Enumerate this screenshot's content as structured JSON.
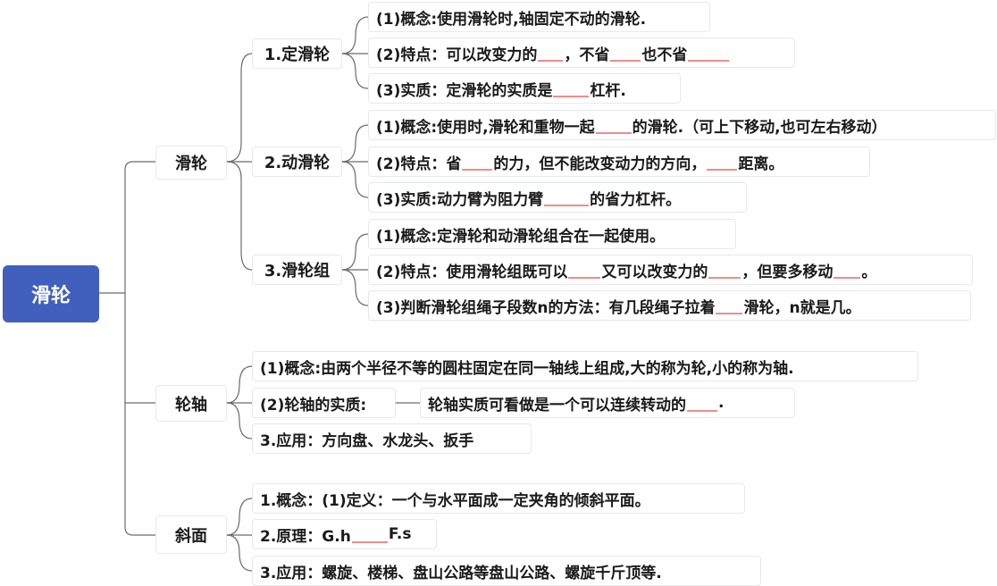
{
  "root": {
    "label": "滑轮"
  },
  "branches": [
    {
      "label": "滑轮",
      "children": [
        {
          "label": "1.定滑轮",
          "items": [
            {
              "segments": [
                "(1)概念:使用滑轮时,轴固定不动的滑轮."
              ]
            },
            {
              "segments": [
                "(2)特点：可以改变力的",
                "___",
                "，不省",
                "___",
                "也不省",
                "____"
              ]
            },
            {
              "segments": [
                "(3)实质：定滑轮的实质是",
                "____",
                "杠杆."
              ]
            }
          ]
        },
        {
          "label": "2.动滑轮",
          "items": [
            {
              "segments": [
                "(1)概念:使用时,滑轮和重物一起",
                "____",
                "的滑轮.（可上下移动,也可左右移动）"
              ]
            },
            {
              "segments": [
                "(2)特点：省",
                "___",
                "的力，但不能改变动力的方向，",
                "___",
                "距离。"
              ]
            },
            {
              "segments": [
                "(3)实质:动力臂为阻力臂",
                "_____",
                "的省力杠杆。"
              ]
            }
          ]
        },
        {
          "label": "3.滑轮组",
          "items": [
            {
              "segments": [
                "(1)概念:定滑轮和动滑轮组合在一起使用。"
              ]
            },
            {
              "segments": [
                "(2)特点：使用滑轮组既可以",
                "___",
                "又可以改变力的",
                "___",
                "，但要多移动",
                "___",
                "。"
              ]
            },
            {
              "segments": [
                "(3)判断滑轮组绳子段数n的方法：有几段绳子拉着",
                "___",
                "滑轮，n就是几。"
              ]
            }
          ]
        }
      ]
    },
    {
      "label": "轮轴",
      "children": [
        {
          "segments": [
            "(1)概念:由两个半径不等的圆柱固定在同一轴线上组成,大的称为轮,小的称为轴."
          ]
        },
        {
          "segments": [
            "(2)轮轴的实质:"
          ],
          "child": {
            "segments": [
              "轮轴实质可看做是一个可以连续转动的",
              "___",
              "."
            ]
          }
        },
        {
          "segments": [
            "3.应用：方向盘、水龙头、扳手"
          ]
        }
      ]
    },
    {
      "label": "斜面",
      "children": [
        {
          "segments": [
            "1.概念：(1)定义：一个与水平面成一定夹角的倾斜平面。"
          ]
        },
        {
          "segments": [
            "2.原理：G.h",
            "____",
            "F.s"
          ]
        },
        {
          "segments": [
            "3.应用：螺旋、楼梯、盘山公路等盘山公路、螺旋千斤顶等."
          ]
        }
      ]
    }
  ],
  "colors": {
    "root_bg": "#4160bd",
    "blank_underline": "#f28b8b",
    "line": "#6b6b6b",
    "node_border": "#e6e8ee"
  }
}
